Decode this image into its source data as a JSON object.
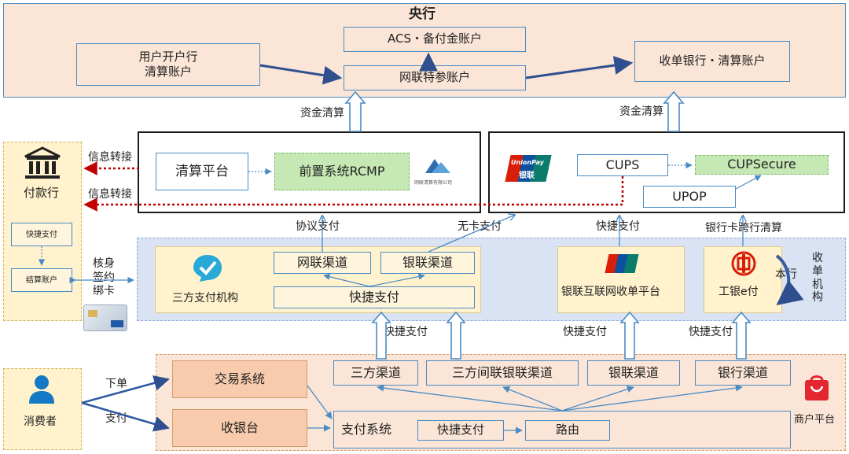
{
  "central_bank": {
    "title": "央行",
    "acs": "ACS・备付金账户",
    "user_bank": "用户开户行\n清算账户",
    "netunion_account": "网联特参账户",
    "acquiring_bank": "收单银行・清算账户"
  },
  "labels": {
    "fund_clearing_left": "资金清算",
    "fund_clearing_right": "资金清算",
    "info_forward_1": "信息转接",
    "info_forward_2": "信息转接",
    "protocol_pay": "协议支付",
    "cardless_pay": "无卡支付",
    "quick_pay_cups": "快捷支付",
    "interbank_clearing": "银行卡跨行清算",
    "kyc": "核身\n签约\n绑卡",
    "quick_pay_a": "快捷支付",
    "quick_pay_b": "快捷支付",
    "quick_pay_c": "快捷支付",
    "order": "下单",
    "pay": "支付",
    "this_bank": "本行",
    "acquirer_org": "收\n单\n机\n构"
  },
  "netunion": {
    "clearing_platform": "清算平台",
    "rcmp": "前置系统RCMP",
    "logo_text": "网联清算有限公司"
  },
  "unionpay": {
    "logo_top": "UnionPay",
    "logo_bottom": "银联",
    "cups": "CUPS",
    "cupsecure": "CUPSecure",
    "upop": "UPOP"
  },
  "payer_bank": {
    "title": "付款行",
    "quick_pay": "快捷支付",
    "settlement_account": "结算账户"
  },
  "third_party": {
    "title": "三方支付机构",
    "netunion_channel": "网联渠道",
    "unionpay_channel": "银联渠道",
    "quick_pay": "快捷支付"
  },
  "unionpay_platform": {
    "title": "银联互联网收单平台"
  },
  "icbc": {
    "title": "工银e付"
  },
  "consumer": {
    "title": "消费者"
  },
  "merchant": {
    "title": "商户平台",
    "trade_system": "交易系统",
    "cashier": "收银台",
    "payment_system": "支付系统",
    "quick_pay": "快捷支付",
    "routing": "路由",
    "ch_third": "三方渠道",
    "ch_third_interbank": "三方间联银联渠道",
    "ch_unionpay": "银联渠道",
    "ch_bank": "银行渠道"
  },
  "colors": {
    "peach": "#fbe5d6",
    "light_blue": "#dae3f3",
    "cream": "#fff2cc",
    "green": "#c6e8b4",
    "line_blue": "#4a8bc4",
    "dark_arrow": "#2f4f8f",
    "red_dotted": "#c00000"
  }
}
